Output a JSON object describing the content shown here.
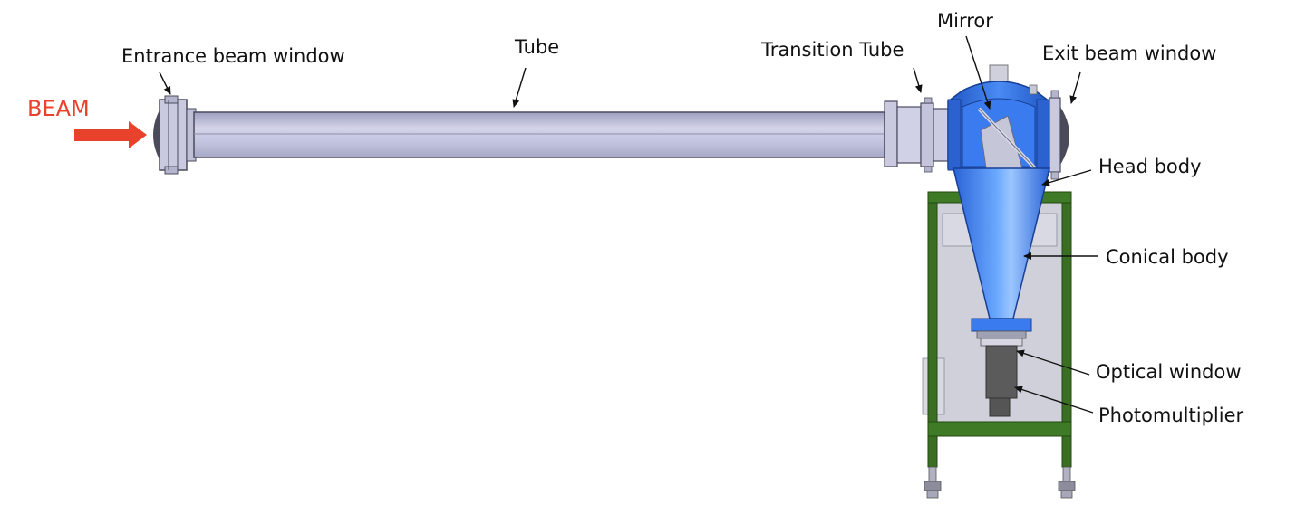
{
  "beam": {
    "label": "BEAM",
    "color": "#e8412c"
  },
  "labels": {
    "entrance_beam_window": "Entrance beam window",
    "tube": "Tube",
    "transition_tube": "Transition Tube",
    "mirror": "Mirror",
    "exit_beam_window": "Exit beam window",
    "head_body": "Head body",
    "conical_body": "Conical body",
    "optical_window": "Optical window",
    "photomultiplier": "Photomultiplier"
  },
  "colors": {
    "tube_fill": "#c3c4de",
    "tube_edge": "#4a4a5e",
    "head_blue": "#2f6fe0",
    "frame_green": "#3a6e22",
    "housing_gray": "#cfd0da",
    "pmt_dark": "#5b5b5b"
  }
}
